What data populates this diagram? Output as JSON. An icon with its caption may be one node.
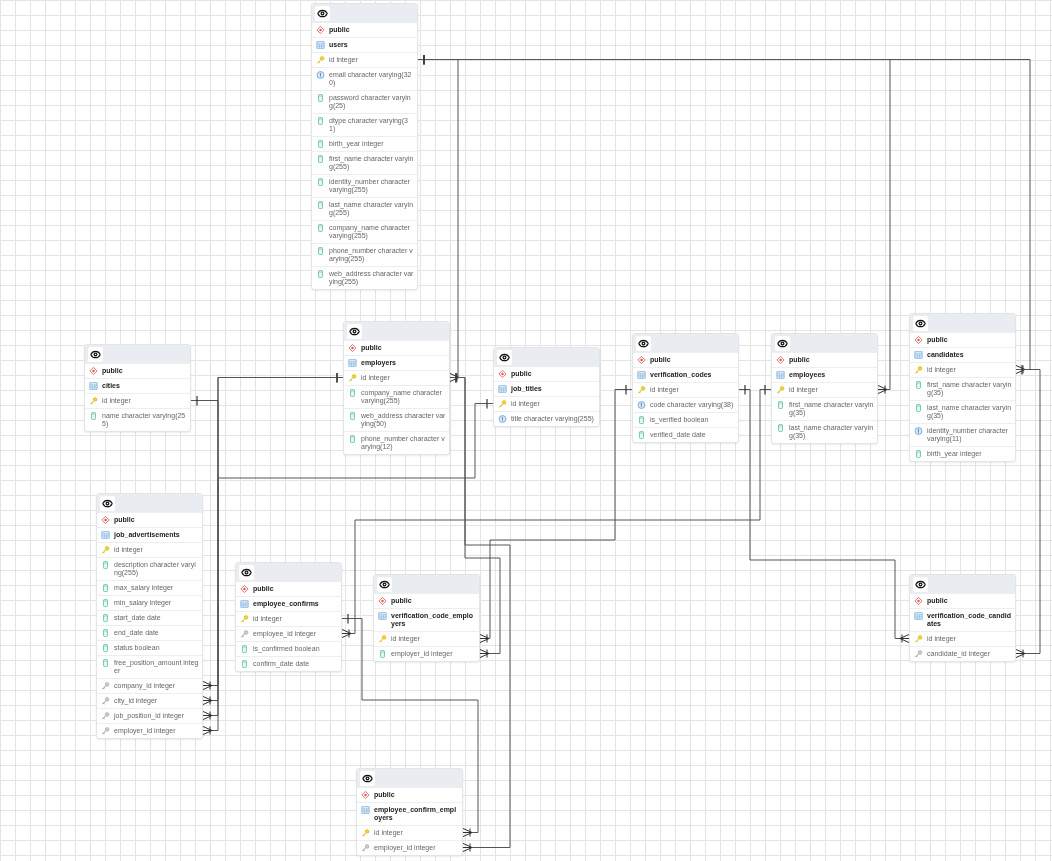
{
  "diagram": {
    "nodes": [
      {
        "text": [
          "public",
          "users",
          "id integer",
          "email character varying(320)",
          "password character varying(25)",
          "dtype character varying(31)",
          "birth_year integer",
          "first_name character varying(255)",
          "identity_number character varying(255)",
          "last_name character varying(255)",
          "company_name character varying(255)",
          "phone_number character varying(255)",
          "web_address character varying(255)"
        ]
      },
      {
        "text": [
          "public",
          "cities",
          "id integer",
          "name character varying(255)"
        ]
      },
      {
        "text": [
          "public",
          "employers",
          "id integer",
          "company_name character varying(255)",
          "web_address character varying(50)",
          "phone_number character varying(12)"
        ]
      },
      {
        "text": [
          "public",
          "job_titles",
          "id integer",
          "title character varying(255)"
        ]
      },
      {
        "text": [
          "public",
          "verification_codes",
          "id integer",
          "code character varying(38)",
          "is_verified boolean",
          "verified_date date"
        ]
      },
      {
        "text": [
          "public",
          "employees",
          "id integer",
          "first_name character varying(35)",
          "last_name character varying(35)"
        ]
      },
      {
        "text": [
          "public",
          "candidates",
          "id integer",
          "first_name character varying(35)",
          "last_name character varying(35)",
          "identity_number character varying(11)",
          "birth_year integer"
        ]
      },
      {
        "text": [
          "public",
          "job_advertisements",
          "id integer",
          "description character varying(255)",
          "max_salary integer",
          "min_salary integer",
          "start_date date",
          "end_date date",
          "status boolean",
          "free_position_amount integer",
          "company_id integer",
          "city_id integer",
          "job_position_id integer",
          "employer_id integer"
        ]
      },
      {
        "text": [
          "public",
          "employee_confirms",
          "id integer",
          "employee_id integer",
          "is_confirmed boolean",
          "confirm_date date"
        ]
      },
      {
        "text": [
          "public",
          "verification_code_employers",
          "id integer",
          "employer_id integer"
        ]
      },
      {
        "text": [
          "public",
          "verification_code_candidates",
          "id integer",
          "candidate_id integer"
        ]
      },
      {
        "text": [
          "public",
          "employee_confirm_employers",
          "id integer",
          "employer_id integer"
        ]
      }
    ],
    "edges": [
      {
        "from": 0,
        "to": 2,
        "arrow": "other"
      },
      {
        "from": 0,
        "to": 5,
        "arrow": "other"
      },
      {
        "from": 0,
        "to": 6,
        "arrow": "other"
      },
      {
        "from": 2,
        "to": 7,
        "arrow": "other"
      },
      {
        "from": 1,
        "to": 7,
        "arrow": "other"
      },
      {
        "from": 3,
        "to": 7,
        "arrow": "other"
      },
      {
        "from": 2,
        "to": 7,
        "arrow": "other"
      },
      {
        "from": 5,
        "to": 8,
        "arrow": "other"
      },
      {
        "from": 4,
        "to": 9,
        "arrow": "other"
      },
      {
        "from": 2,
        "to": 9,
        "arrow": "other"
      },
      {
        "from": 4,
        "to": 10,
        "arrow": "other"
      },
      {
        "from": 6,
        "to": 10,
        "arrow": "other"
      },
      {
        "from": 8,
        "to": 11,
        "arrow": "other"
      },
      {
        "from": 2,
        "to": 11,
        "arrow": "other"
      }
    ]
  }
}
